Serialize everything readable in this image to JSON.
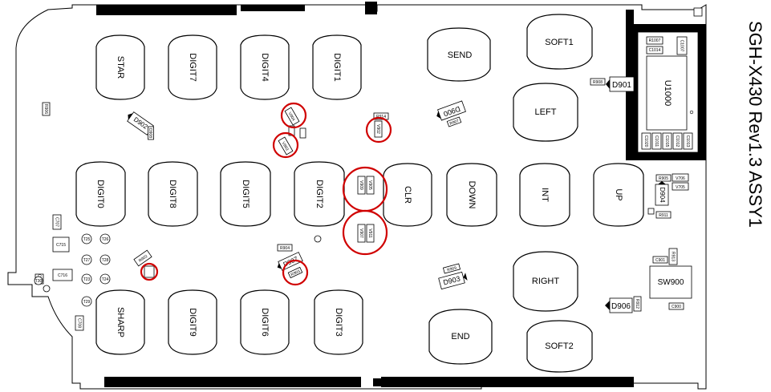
{
  "board": {
    "title": "SGH-X430 Rev1.3 ASSY1",
    "highlight_color": "#d00000"
  },
  "keys": [
    {
      "id": "STAR",
      "label": "STAR"
    },
    {
      "id": "DIGIT7",
      "label": "DIGIT7"
    },
    {
      "id": "DIGIT4",
      "label": "DIGIT4"
    },
    {
      "id": "DIGIT1",
      "label": "DIGIT1"
    },
    {
      "id": "SEND",
      "label": "SEND"
    },
    {
      "id": "SOFT1",
      "label": "SOFT1"
    },
    {
      "id": "LEFT",
      "label": "LEFT"
    },
    {
      "id": "DIGIT0",
      "label": "DIGIT0"
    },
    {
      "id": "DIGIT8",
      "label": "DIGIT8"
    },
    {
      "id": "DIGIT5",
      "label": "DIGIT5"
    },
    {
      "id": "DIGIT2",
      "label": "DIGIT2"
    },
    {
      "id": "CLR",
      "label": "CLR"
    },
    {
      "id": "DOWN",
      "label": "DOWN"
    },
    {
      "id": "INT",
      "label": "INT"
    },
    {
      "id": "UP",
      "label": "UP"
    },
    {
      "id": "RIGHT",
      "label": "RIGHT"
    },
    {
      "id": "SHARP",
      "label": "SHARP"
    },
    {
      "id": "DIGIT9",
      "label": "DIGIT9"
    },
    {
      "id": "DIGIT6",
      "label": "DIGIT6"
    },
    {
      "id": "DIGIT3",
      "label": "DIGIT3"
    },
    {
      "id": "END",
      "label": "END"
    },
    {
      "id": "SOFT2",
      "label": "SOFT2"
    }
  ],
  "components": {
    "U1000": "U1000",
    "D901": "D901",
    "R908": "R908",
    "R1007": "R1007",
    "C1007": "C1007",
    "C1014": "C1014",
    "C1020": "C1020",
    "C1011": "C1011",
    "C1015": "C1015",
    "C1012": "C1012",
    "C1013": "C1013",
    "D900": "D900",
    "R907": "R907",
    "D902": "D902",
    "D908": "D908",
    "R906": "R906",
    "R914": "R914",
    "V902": "V902",
    "V904": "V904",
    "V903": "V903",
    "V909": "V909",
    "V905": "V905",
    "V907": "V907",
    "V911": "V911",
    "D904": "D904",
    "R905": "R905",
    "V706": "V706",
    "V705": "V705",
    "D905": "D905",
    "R911": "R911",
    "C901": "C901",
    "R913": "R913",
    "SW900": "SW900",
    "C900": "C900",
    "D906": "D906",
    "R912": "R912",
    "D903": "D903",
    "R909": "R909",
    "R904": "R904",
    "D907": "D907",
    "R903": "R903",
    "R902": "R902",
    "C707": "C707",
    "C715": "C715",
    "C716": "C716",
    "C704": "C704",
    "C708": "C708",
    "T25": "T25",
    "T26": "T26",
    "T27": "T27",
    "T28": "T28",
    "T23": "T23",
    "T24": "T24",
    "T29": "T29",
    "T30": "T30"
  }
}
